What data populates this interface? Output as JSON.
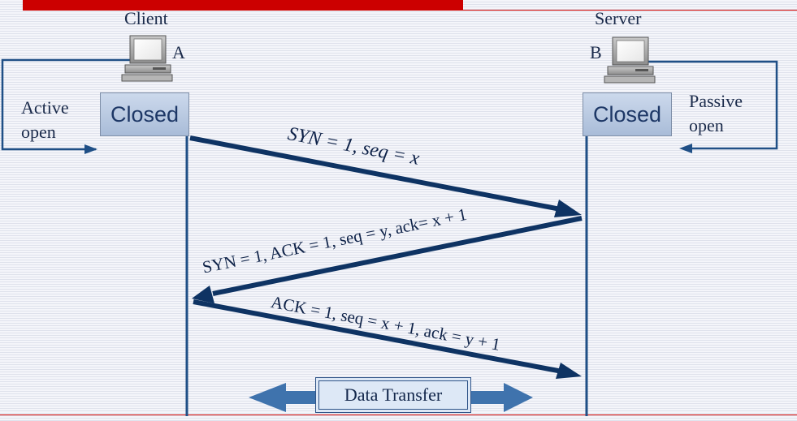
{
  "client": {
    "name": "Client",
    "host_letter": "A",
    "state": "Closed",
    "open_mode": [
      "Active",
      "open"
    ]
  },
  "server": {
    "name": "Server",
    "host_letter": "B",
    "state": "Closed",
    "open_mode": [
      "Passive",
      "open"
    ]
  },
  "messages": [
    {
      "label": "SYN = 1, seq = x",
      "direction": "client-to-server"
    },
    {
      "label": "SYN = 1, ACK = 1, seq = y, ack= x + 1",
      "direction": "server-to-client"
    },
    {
      "label": "ACK = 1, seq = x + 1, ack = y + 1",
      "direction": "client-to-server"
    }
  ],
  "data_transfer": {
    "label": "Data Transfer"
  },
  "colors": {
    "accent_red": "#cc0000",
    "arrow_navy": "#0e3363",
    "timeline_blue": "#1f4f86",
    "double_arrow": "#3f73ad",
    "frame_blue": "#1f4f86"
  }
}
